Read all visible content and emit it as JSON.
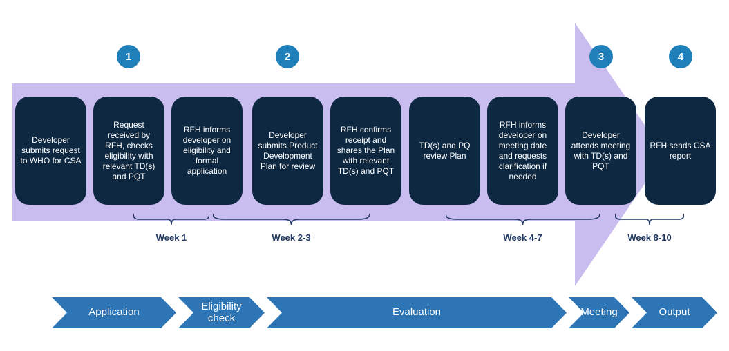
{
  "diagram": {
    "steps": [
      {
        "text": "Developer submits request to WHO for CSA"
      },
      {
        "text": "Request received by RFH, checks eligibility with relevant TD(s) and PQT"
      },
      {
        "text": "RFH informs developer on eligibility and formal application"
      },
      {
        "text": "Developer submits Product Development Plan for review"
      },
      {
        "text": "RFH confirms receipt and shares the Plan with relevant TD(s) and PQT"
      },
      {
        "text": "TD(s) and PQ review Plan"
      },
      {
        "text": "RFH informs developer on meeting date and requests clarification if needed"
      },
      {
        "text": "Developer attends meeting with TD(s) and PQT"
      },
      {
        "text": "RFH sends CSA report"
      }
    ],
    "badges": [
      {
        "number": "1"
      },
      {
        "number": "2"
      },
      {
        "number": "3"
      },
      {
        "number": "4"
      }
    ],
    "weeks": [
      {
        "label": "Week 1"
      },
      {
        "label": "Week 2-3"
      },
      {
        "label": "Week 4-7"
      },
      {
        "label": "Week 8-10"
      }
    ],
    "phases": [
      {
        "label": "Application"
      },
      {
        "label": "Eligibility check"
      },
      {
        "label": "Evaluation"
      },
      {
        "label": "Meeting"
      },
      {
        "label": "Output"
      }
    ],
    "colors": {
      "arrow_purple": "#c9bdf0",
      "step_navy": "#0e2841",
      "badge_blue": "#1f7fb8",
      "chevron_blue": "#2e75b6",
      "week_label_navy": "#1f3864"
    }
  }
}
